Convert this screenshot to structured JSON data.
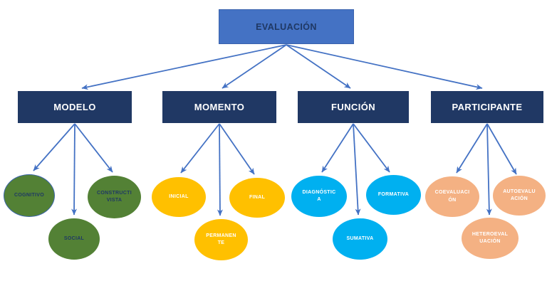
{
  "root": {
    "label": "EVALUACIÓN"
  },
  "branches": [
    {
      "label": "MODELO",
      "children": [
        {
          "label": "COGNITIVO"
        },
        {
          "label": "SOCIAL"
        },
        {
          "label": "CONSTRUCTI\nVISTA"
        }
      ]
    },
    {
      "label": "MOMENTO",
      "children": [
        {
          "label": "INICIAL"
        },
        {
          "label": "PERMANEN\nTE"
        },
        {
          "label": "FINAL"
        }
      ]
    },
    {
      "label": "FUNCIÓN",
      "children": [
        {
          "label": "DIAGNÓSTIC\nA"
        },
        {
          "label": "SUMATIVA"
        },
        {
          "label": "FORMATIVA"
        }
      ]
    },
    {
      "label": "PARTICIPANTE",
      "children": [
        {
          "label": "COEVALUACI\nÓN"
        },
        {
          "label": "HETEROEVAL\nUACIÓN"
        },
        {
          "label": "AUTOEVALU\nACIÓN"
        }
      ]
    }
  ],
  "palette": {
    "root_fill": "#4472C4",
    "root_text": "#1F3864",
    "branch_fill": "#203864",
    "branch_text": "#FFFFFF",
    "connector": "#4472C4",
    "modelo_leaf_fill": "#538135",
    "modelo_leaf_text": "#1F3864",
    "momento_leaf_fill": "#FFC000",
    "funcion_leaf_fill": "#00B0F0",
    "participante_leaf_fill": "#F4B183",
    "leaf_text": "#FFFFFF"
  }
}
